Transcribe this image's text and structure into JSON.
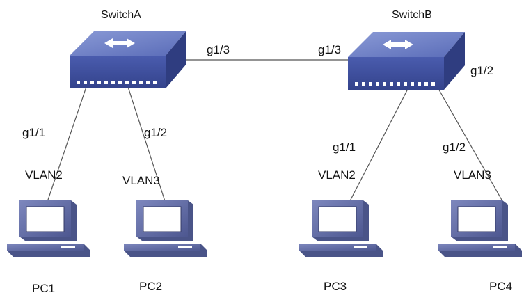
{
  "switches": [
    {
      "id": "switchA",
      "name": "SwitchA"
    },
    {
      "id": "switchB",
      "name": "SwitchB"
    }
  ],
  "trunk": {
    "port_a": "g1/3",
    "port_b": "g1/3"
  },
  "switchB_extra_port": "g1/2",
  "pcs": [
    {
      "id": "pc1",
      "name": "PC1",
      "vlan": "VLAN2",
      "port": "g1/1"
    },
    {
      "id": "pc2",
      "name": "PC2",
      "vlan": "VLAN3",
      "port": "g1/2"
    },
    {
      "id": "pc3",
      "name": "PC3",
      "vlan": "VLAN2",
      "port": "g1/1"
    },
    {
      "id": "pc4",
      "name": "PC4",
      "vlan": "VLAN3",
      "port": "g1/2"
    }
  ],
  "colors": {
    "switch_top": "#6b7fc4",
    "switch_front": "#3e4f9e",
    "switch_side": "#2f3d80",
    "pc_body": "#6670a8",
    "pc_dark": "#4a5488",
    "line": "#555555"
  }
}
